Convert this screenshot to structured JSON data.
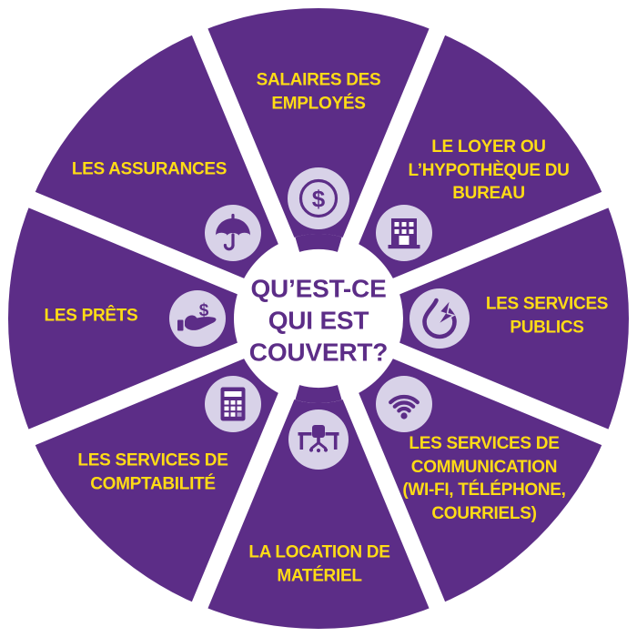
{
  "center": {
    "lines": [
      "QU’EST-CE",
      "QUI EST",
      "COUVERT?"
    ]
  },
  "segments": [
    {
      "name": "salaires-des-employes",
      "icon": "dollar-coin-icon",
      "lines": [
        "SALAIRES DES",
        "EMPLOYÉS"
      ]
    },
    {
      "name": "loyer-hypotheque-bureau",
      "icon": "office-building-icon",
      "lines": [
        "LE LOYER OU",
        "L’HYPOTHÈQUE DU",
        "BUREAU"
      ]
    },
    {
      "name": "services-publics",
      "icon": "water-drop-lightning-icon",
      "lines": [
        "LES SERVICES",
        "PUBLICS"
      ]
    },
    {
      "name": "services-de-communication",
      "icon": "wifi-icon",
      "lines": [
        "LES SERVICES DE",
        "COMMUNICATION",
        "(WI-FI, TÉLÉPHONE,",
        "COURRIELS)"
      ]
    },
    {
      "name": "location-de-materiel",
      "icon": "desk-chair-icon",
      "lines": [
        "LA LOCATION DE",
        "MATÉRIEL"
      ]
    },
    {
      "name": "services-de-comptabilite",
      "icon": "calculator-icon",
      "lines": [
        "LES SERVICES DE",
        "COMPTABILITÉ"
      ]
    },
    {
      "name": "les-prets",
      "icon": "hand-dollar-icon",
      "lines": [
        "LES PRÊTS"
      ]
    },
    {
      "name": "les-assurances",
      "icon": "umbrella-icon",
      "lines": [
        "LES ASSURANCES"
      ]
    }
  ],
  "glyphs": {
    "dollar": "$"
  },
  "colors": {
    "purple": "#5c2d87",
    "lavender": "#d8d2e8",
    "yellow": "#ffdc15",
    "white": "#ffffff"
  }
}
